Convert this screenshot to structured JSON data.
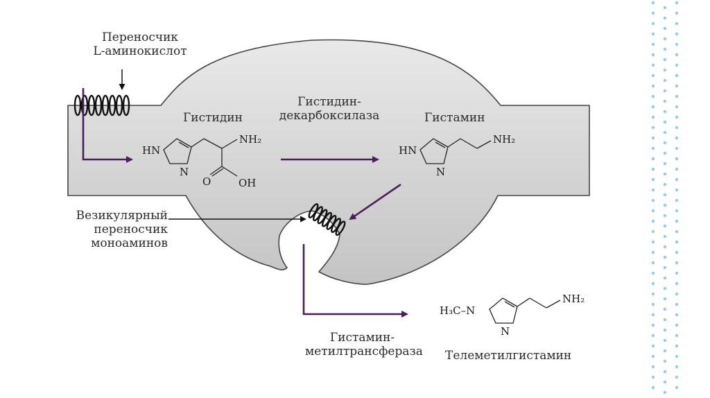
{
  "labels": {
    "transporter_line1": "Переносчик",
    "transporter_line2": "L-аминокислот",
    "histidine": "Гистидин",
    "decarboxylase_line1": "Гистидин-",
    "decarboxylase_line2": "декарбоксилаза",
    "histamine": "Гистамин",
    "vesicular_line1": "Везикулярный",
    "vesicular_line2": "переносчик",
    "vesicular_line3": "моноаминов",
    "methyltransferase_line1": "Гистамин-",
    "methyltransferase_line2": "метилтрансфераза",
    "telemethylhistamine": "Телеметилгистамин"
  },
  "chem": {
    "hn": "HN",
    "n": "N",
    "nh2": "NH₂",
    "o": "O",
    "oh": "OH",
    "h3c": "H₃C–N"
  },
  "colors": {
    "arrow_purple": "#4a1f5a",
    "cell_fill": "#d6d6d6",
    "decor_dots": "#8ecdf0"
  }
}
